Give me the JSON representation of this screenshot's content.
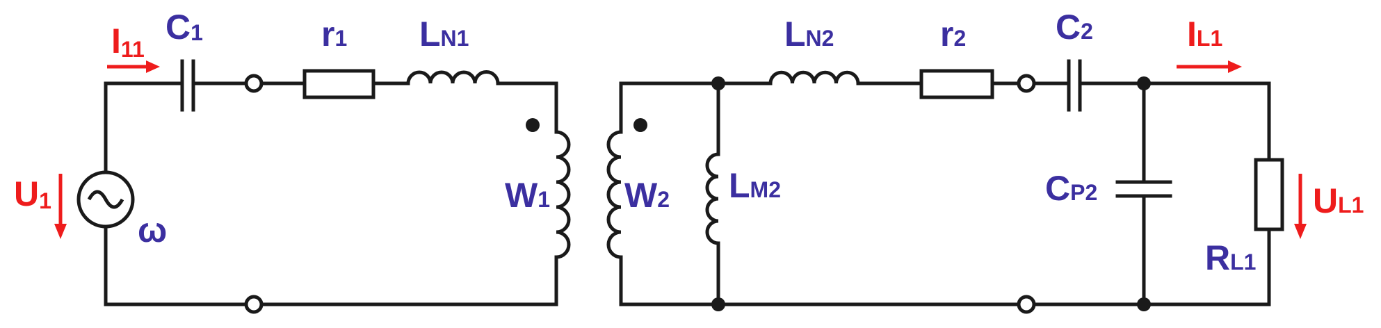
{
  "colors": {
    "wire": "#1a1a1a",
    "component_label": "#3b2fa0",
    "current_label": "#ee1c1c"
  },
  "primary": {
    "current_in": {
      "main": "I",
      "sub": "11"
    },
    "capacitor": {
      "main": "C",
      "sub": "1"
    },
    "resistor": {
      "main": "r",
      "sub": "1"
    },
    "leakage": {
      "main": "L",
      "sub": "N1"
    },
    "source_voltage": {
      "main": "U",
      "sub": "1"
    },
    "frequency": "ω",
    "winding": {
      "main": "W",
      "sub": "1"
    }
  },
  "secondary": {
    "winding": {
      "main": "W",
      "sub": "2"
    },
    "magnetizing": {
      "main": "L",
      "sub": "M2"
    },
    "leakage": {
      "main": "L",
      "sub": "N2"
    },
    "resistor": {
      "main": "r",
      "sub": "2"
    },
    "capacitor": {
      "main": "C",
      "sub": "2"
    },
    "parallel_cap": {
      "main": "C",
      "sub": "P2"
    },
    "load_current": {
      "main": "I",
      "sub": "L1"
    },
    "load": {
      "main": "R",
      "sub": "L1"
    },
    "load_voltage": {
      "main": "U",
      "sub": "L1"
    }
  }
}
